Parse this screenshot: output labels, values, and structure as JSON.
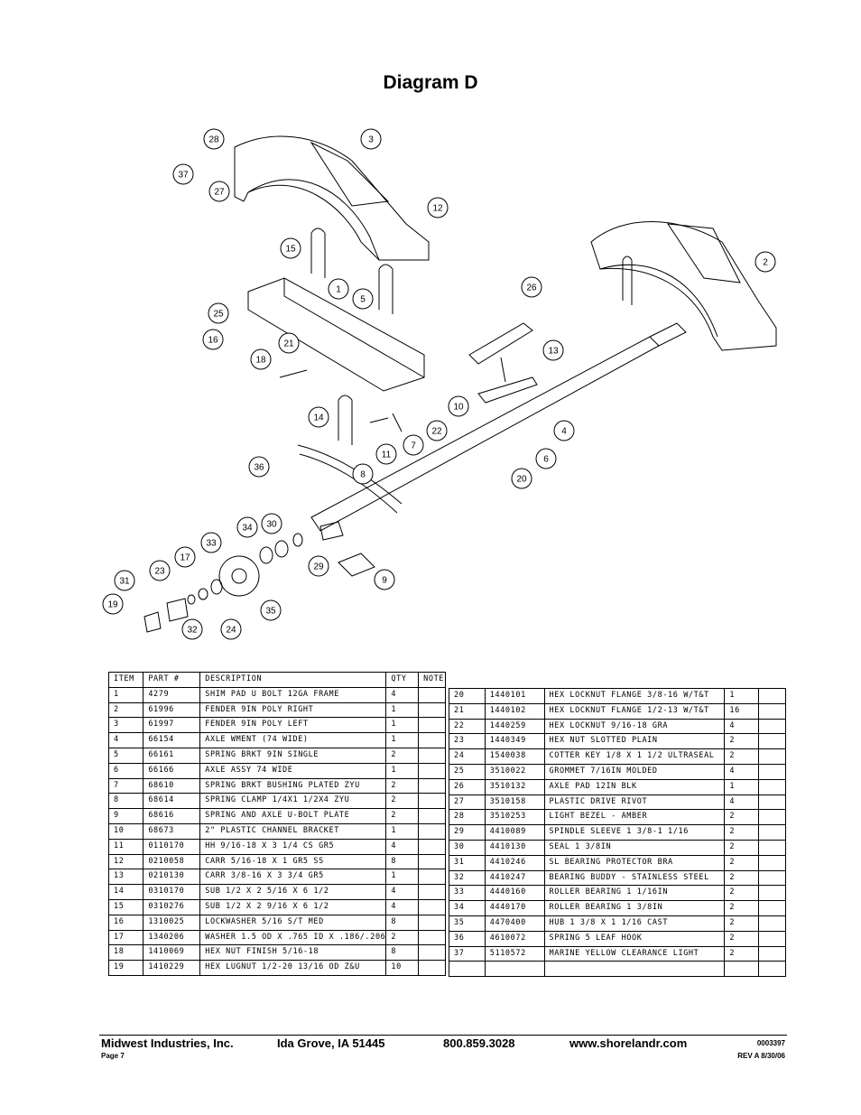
{
  "title": "Diagram D",
  "callouts": [
    {
      "n": "28"
    },
    {
      "n": "3"
    },
    {
      "n": "37"
    },
    {
      "n": "27"
    },
    {
      "n": "12"
    },
    {
      "n": "15"
    },
    {
      "n": "1"
    },
    {
      "n": "5"
    },
    {
      "n": "25"
    },
    {
      "n": "16"
    },
    {
      "n": "21"
    },
    {
      "n": "18"
    },
    {
      "n": "2"
    },
    {
      "n": "26"
    },
    {
      "n": "13"
    },
    {
      "n": "10"
    },
    {
      "n": "4"
    },
    {
      "n": "14"
    },
    {
      "n": "22"
    },
    {
      "n": "7"
    },
    {
      "n": "11"
    },
    {
      "n": "6"
    },
    {
      "n": "36"
    },
    {
      "n": "8"
    },
    {
      "n": "20"
    },
    {
      "n": "34"
    },
    {
      "n": "30"
    },
    {
      "n": "33"
    },
    {
      "n": "29"
    },
    {
      "n": "17"
    },
    {
      "n": "9"
    },
    {
      "n": "23"
    },
    {
      "n": "31"
    },
    {
      "n": "19"
    },
    {
      "n": "32"
    },
    {
      "n": "24"
    },
    {
      "n": "35"
    }
  ],
  "table": {
    "headers": [
      "ITEM",
      "PART #",
      "DESCRIPTION",
      "QTY",
      "NOTE"
    ],
    "left_rows": [
      [
        "1",
        "4279",
        "SHIM PAD   U BOLT 12GA FRAME",
        "4",
        ""
      ],
      [
        "2",
        "61996",
        "FENDER  9IN POLY RIGHT",
        "1",
        ""
      ],
      [
        "3",
        "61997",
        "FENDER  9IN POLY LEFT",
        "1",
        ""
      ],
      [
        "4",
        "66154",
        "AXLE WMENT (74 WIDE)",
        "1",
        ""
      ],
      [
        "5",
        "66161",
        "SPRING BRKT  9IN SINGLE",
        "2",
        ""
      ],
      [
        "6",
        "66166",
        "AXLE ASSY 74 WIDE",
        "1",
        ""
      ],
      [
        "7",
        "68610",
        "SPRING BRKT BUSHING PLATED ZYU",
        "2",
        ""
      ],
      [
        "8",
        "68614",
        "SPRING CLAMP   1/4X1 1/2X4  ZYU",
        "2",
        ""
      ],
      [
        "9",
        "68616",
        "SPRING AND AXLE U-BOLT PLATE",
        "2",
        ""
      ],
      [
        "10",
        "68673",
        "2\" PLASTIC CHANNEL BRACKET",
        "1",
        ""
      ],
      [
        "11",
        "0110170",
        "HH 9/16-18 X 3 1/4 CS GR5",
        "4",
        ""
      ],
      [
        "12",
        "0210058",
        "CARR 5/16-18 X 1 GR5 SS",
        "8",
        ""
      ],
      [
        "13",
        "0210130",
        "CARR 3/8-16 X 3 3/4 GR5",
        "1",
        ""
      ],
      [
        "14",
        "0310170",
        "SUB 1/2 X 2 5/16 X 6 1/2",
        "4",
        ""
      ],
      [
        "15",
        "0310276",
        "SUB 1/2 X 2 9/16 X 6 1/2",
        "4",
        ""
      ],
      [
        "16",
        "1310025",
        "LOCKWASHER 5/16 S/T MED",
        "8",
        ""
      ],
      [
        "17",
        "1340206",
        "WASHER 1.5 OD X .765 ID X .186/.206",
        "2",
        ""
      ],
      [
        "18",
        "1410069",
        "HEX NUT FINISH 5/16-18",
        "8",
        ""
      ],
      [
        "19",
        "1410229",
        "HEX LUGNUT 1/2-20 13/16 OD Z&U",
        "10",
        ""
      ]
    ],
    "right_rows": [
      [
        "20",
        "1440101",
        "HEX LOCKNUT FLANGE 3/8-16 W/T&T",
        "1",
        ""
      ],
      [
        "21",
        "1440102",
        "HEX LOCKNUT FLANGE 1/2-13 W/T&T",
        "16",
        ""
      ],
      [
        "22",
        "1440259",
        "HEX LOCKNUT 9/16-18 GRA",
        "4",
        ""
      ],
      [
        "23",
        "1440349",
        "HEX NUT SLOTTED PLAIN",
        "2",
        ""
      ],
      [
        "24",
        "1540038",
        "COTTER KEY 1/8 X 1 1/2 ULTRASEAL",
        "2",
        ""
      ],
      [
        "25",
        "3510022",
        "GROMMET  7/16IN MOLDED",
        "4",
        ""
      ],
      [
        "26",
        "3510132",
        "AXLE PAD 12IN  BLK",
        "1",
        ""
      ],
      [
        "27",
        "3510158",
        "PLASTIC DRIVE RIVOT",
        "4",
        ""
      ],
      [
        "28",
        "3510253",
        "LIGHT BEZEL - AMBER",
        "2",
        ""
      ],
      [
        "29",
        "4410089",
        "SPINDLE SLEEVE  1 3/8-1 1/16",
        "2",
        ""
      ],
      [
        "30",
        "4410130",
        "SEAL  1 3/8IN",
        "2",
        ""
      ],
      [
        "31",
        "4410246",
        "SL BEARING PROTECTOR BRA",
        "2",
        ""
      ],
      [
        "32",
        "4410247",
        "BEARING BUDDY - STAINLESS STEEL",
        "2",
        ""
      ],
      [
        "33",
        "4440160",
        "ROLLER BEARING   1 1/16IN",
        "2",
        ""
      ],
      [
        "34",
        "4440170",
        "ROLLER BEARING   1 3/8IN",
        "2",
        ""
      ],
      [
        "35",
        "4470400",
        "HUB   1 3/8 X 1 1/16 CAST",
        "2",
        ""
      ],
      [
        "36",
        "4610072",
        "SPRING  5 LEAF HOOK",
        "2",
        ""
      ],
      [
        "37",
        "5110572",
        "MARINE YELLOW CLEARANCE LIGHT",
        "2",
        ""
      ],
      [
        "",
        "",
        "",
        "",
        ""
      ]
    ]
  },
  "footer": {
    "company": "Midwest Industries, Inc.",
    "city": "Ida Grove, IA  51445",
    "phone": "800.859.3028",
    "website": "www.shorelandr.com",
    "page": "Page 7",
    "doc_number": "0003397",
    "revision": "REV A  8/30/06"
  }
}
